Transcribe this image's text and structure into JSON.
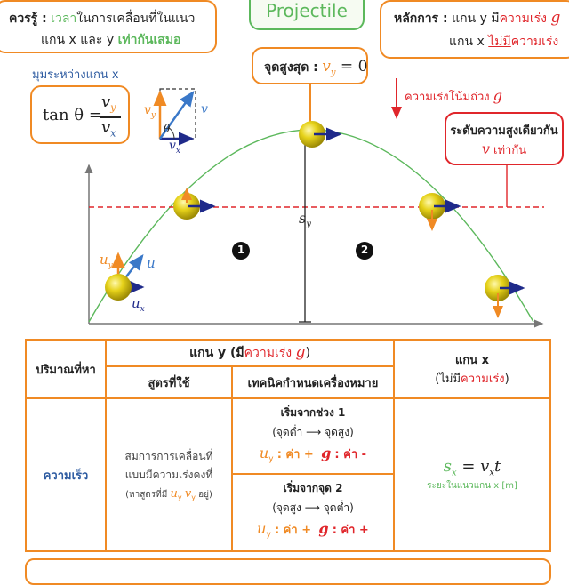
{
  "title": "Projectile",
  "note_box": {
    "label": "ควรรู้ :",
    "part1": "เวลา",
    "part2": "ในการเคลื่อนที่ในแนว",
    "line2_a": "แกน x และ y ",
    "line2_b": "เท่ากันเสมอ"
  },
  "principle_box": {
    "label": "หลักการ :",
    "line1_a": "แกน y มี",
    "line1_b": "ความเร่ง",
    "line1_sym": "g",
    "line2_a": "แกน x ",
    "line2_b": "ไม่มี",
    "line2_c": "ความเร่ง"
  },
  "angle_label": "มุมระหว่างแกน x",
  "tan_formula": {
    "lhs": "tan θ =",
    "num": "v",
    "num_sub": "y",
    "den": "v",
    "den_sub": "x"
  },
  "peak_label": {
    "text": "จุดสูงสุด :",
    "sym": "v",
    "sub": "y",
    "eq": "= 0"
  },
  "accel_label": "ความเร่งโน้มถ่วง",
  "accel_sym": "g",
  "same_height": {
    "line1": "ระดับความสูงเดียวกัน",
    "sym": "v",
    "line2": "เท่ากัน"
  },
  "sy_label": {
    "sym": "s",
    "sub": "y"
  },
  "circle_labels": [
    "1",
    "2"
  ],
  "vector_labels": {
    "v": "v",
    "vy": "v",
    "vy_sub": "y",
    "vx": "v",
    "vx_sub": "x",
    "theta": "θ",
    "u": "u",
    "uy": "u",
    "uy_sub": "y",
    "ux": "u",
    "ux_sub": "x"
  },
  "table": {
    "header_quantity": "ปริมาณที่หา",
    "header_y": "แกน y (มี",
    "header_y_accel": "ความเร่ง",
    "header_y_sym": "g",
    "header_y_close": ")",
    "header_x": "แกน x",
    "header_x_sub_a": "(ไม่มี",
    "header_x_sub_b": "ความเร่ง",
    "header_x_sub_c": ")",
    "col_formula": "สูตรที่ใช้",
    "col_technique": "เทคนิคกำหนดเครื่องหมาย",
    "row_label": "ความเร็ว",
    "formula_text1": "สมการการเคลื่อนที่",
    "formula_text2": "แบบมีความเร่งคงที่",
    "formula_text3": "(หาสูตรที่มี",
    "formula_sym_u": "u",
    "formula_sym_v": "v",
    "formula_sub": "y",
    "formula_text4": "อยู่)",
    "tech1_title": "เริ่มจากช่วง 1",
    "tech1_from": "(จุดต่ำ",
    "tech1_to": "จุดสูง)",
    "tech1_u": "u",
    "tech1_u_sub": "y",
    "tech1_u_val": ": ค่า +",
    "tech1_g": "g",
    "tech1_g_val": ": ค่า -",
    "tech2_title": "เริ่มจากจุด 2",
    "tech2_from": "(จุดสูง",
    "tech2_to": "จุดต่ำ)",
    "tech2_u": "u",
    "tech2_u_sub": "y",
    "tech2_u_val": ": ค่า +",
    "tech2_g": "g",
    "tech2_g_val": ": ค่า +",
    "x_formula_lhs": "s",
    "x_formula_lhs_sub": "x",
    "x_formula_rhs": "= v",
    "x_formula_rhs_sub": "x",
    "x_formula_t": "t",
    "x_note": "ระยะในแนวแกน x [m]"
  },
  "colors": {
    "accent": "#f08a24",
    "green": "#5cb85c",
    "red": "#e0262b",
    "blue": "#2c5aa0",
    "navy": "#1f2a8a",
    "ball": "#e6d21a"
  }
}
